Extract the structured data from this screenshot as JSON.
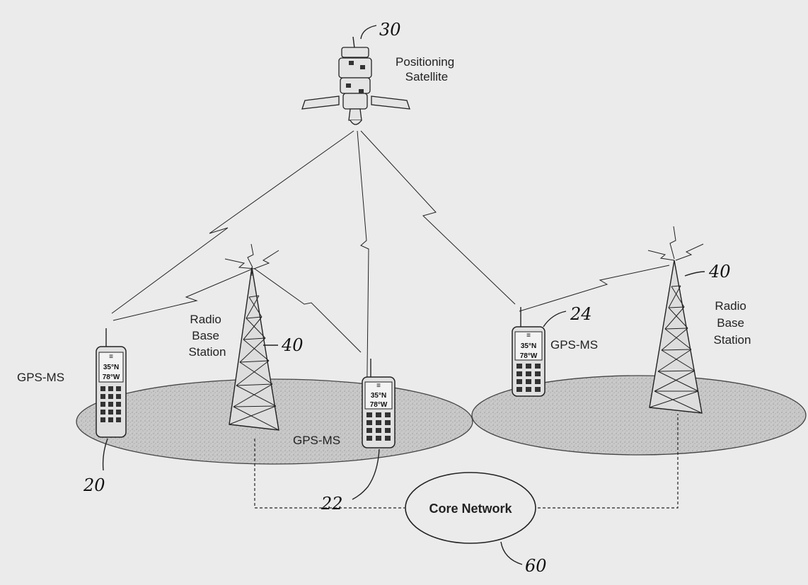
{
  "labels": {
    "satellite": [
      "Positioning",
      "Satellite"
    ],
    "base_station_left": [
      "Radio",
      "Base",
      "Station"
    ],
    "base_station_right": [
      "Radio",
      "Base",
      "Station"
    ],
    "gps_ms_left": "GPS-MS",
    "gps_ms_middle": "GPS-MS",
    "gps_ms_right": "GPS-MS",
    "core_network": "Core Network"
  },
  "phone_display": {
    "latitude": "35°N",
    "longitude": "78°W"
  },
  "reference_numerals": {
    "satellite": "30",
    "phone_left": "20",
    "phone_middle": "22",
    "phone_right": "24",
    "tower_left": "40",
    "tower_right": "40",
    "core_network": "60"
  },
  "colors": {
    "background": "#ebebeb",
    "cell_fill": "#c6c6c6",
    "line": "#222222"
  }
}
